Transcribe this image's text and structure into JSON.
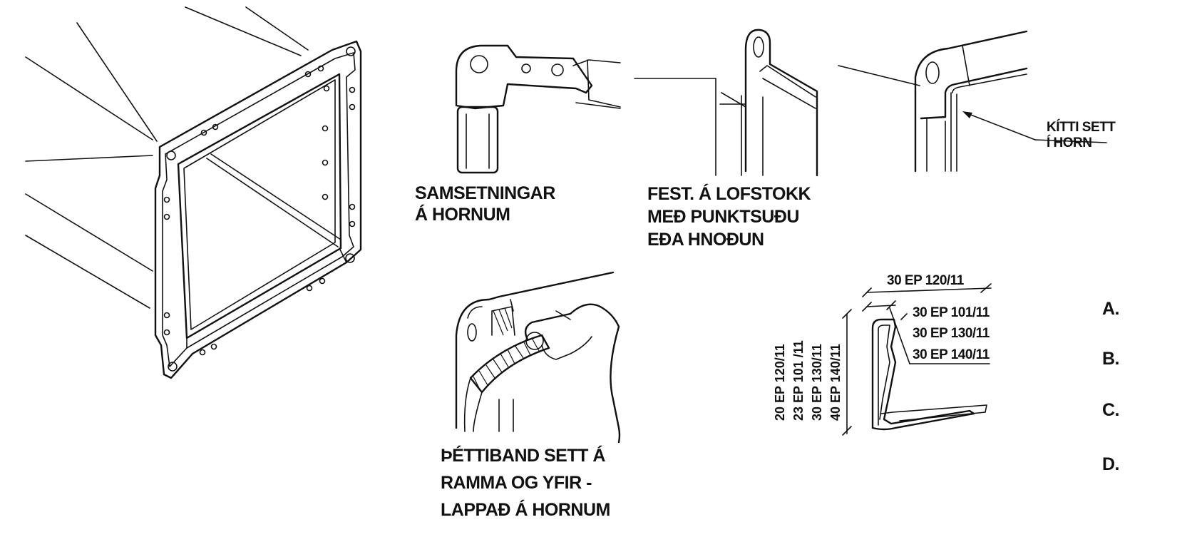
{
  "labels": {
    "corners_assembly": [
      "SAMSETNINGAR",
      "Á HORNUM"
    ],
    "fastening": [
      "FEST. Á LOFSTOKK",
      "MEÐ PUNKTSUÐU",
      "EÐA HNOÐUN"
    ],
    "putty": [
      "KÍTTI SETT",
      "Í HORN"
    ],
    "gasket": [
      "ÞÉTTIBAND SETT Á",
      "RAMMA OG YFIR -",
      "LAPPAÐ Á HORNUM"
    ]
  },
  "profile": {
    "width_labels": [
      "30 EP 120/11",
      "30 EP 101/11",
      "30 EP 130/11",
      "30 EP 140/11"
    ],
    "height_labels": [
      "20 EP 120/11",
      "23 EP 101 /11",
      "30 EP 130/11",
      "40 EP 140/11"
    ]
  },
  "options": [
    "A.",
    "B.",
    "C.",
    "D."
  ]
}
